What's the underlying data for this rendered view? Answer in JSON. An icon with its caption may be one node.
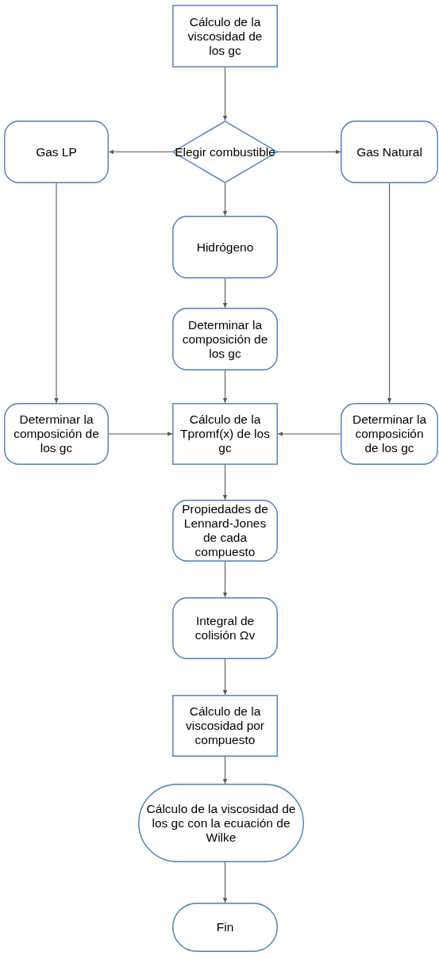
{
  "diagram": {
    "nodes": [
      {
        "text": [
          "Cálculo de la viscosidad de los gc"
        ]
      },
      {
        "text": [
          "Elegir combustible"
        ]
      },
      {
        "text": [
          "Gas LP"
        ]
      },
      {
        "text": [
          "Gas Natural"
        ]
      },
      {
        "text": [
          "Hidrógeno"
        ]
      },
      {
        "text": [
          "Determinar la composición de los gc"
        ]
      },
      {
        "text": [
          "Determinar la composición de los gc"
        ]
      },
      {
        "text": [
          "Cálculo de la Tpromf(x) de los gc"
        ]
      },
      {
        "text": [
          "Determinar la composición de los gc"
        ]
      },
      {
        "text": [
          "Propiedades de Lennard-Jones de cada compuesto"
        ]
      },
      {
        "text": [
          "Integral de colisión Ωv"
        ]
      },
      {
        "text": [
          "Cálculo de la viscosidad por compuesto"
        ]
      },
      {
        "text": [
          "Cálculo de la viscosidad de los gc con la ecuación de Wilke"
        ]
      },
      {
        "text": [
          "Fin"
        ]
      }
    ],
    "edges": [
      {
        "from": 0,
        "to": 1,
        "arrow": "to"
      },
      {
        "from": 1,
        "to": 2,
        "arrow": "to"
      },
      {
        "from": 1,
        "to": 3,
        "arrow": "to"
      },
      {
        "from": 1,
        "to": 4,
        "arrow": "to"
      },
      {
        "from": 4,
        "to": 5,
        "arrow": "to"
      },
      {
        "from": 2,
        "to": 6,
        "arrow": "to"
      },
      {
        "from": 3,
        "to": 8,
        "arrow": "to"
      },
      {
        "from": 5,
        "to": 7,
        "arrow": "to"
      },
      {
        "from": 6,
        "to": 7,
        "arrow": "to"
      },
      {
        "from": 8,
        "to": 7,
        "arrow": "to"
      },
      {
        "from": 7,
        "to": 9,
        "arrow": "to"
      },
      {
        "from": 9,
        "to": 10,
        "arrow": "to"
      },
      {
        "from": 10,
        "to": 11,
        "arrow": "to"
      },
      {
        "from": 11,
        "to": 12,
        "arrow": "to"
      },
      {
        "from": 12,
        "to": 13,
        "arrow": "to"
      }
    ]
  }
}
